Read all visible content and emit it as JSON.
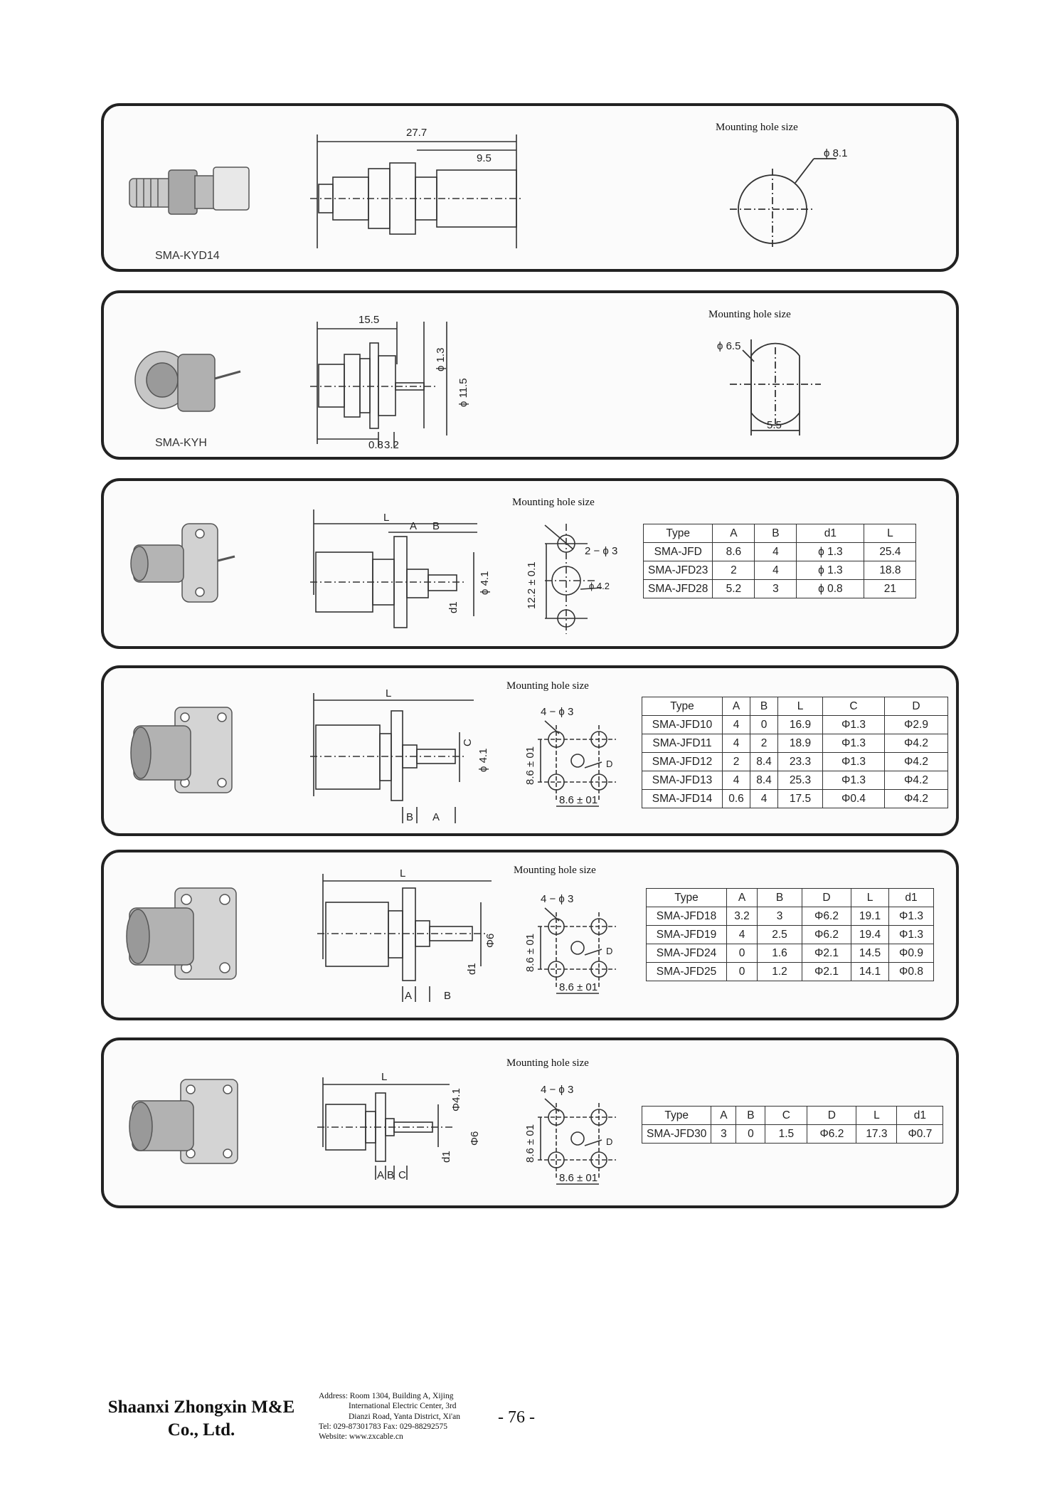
{
  "panels": [
    {
      "caption": "SMA-KYD14",
      "mounting_label": "Mounting hole size",
      "dims": [
        "27.7",
        "9.5"
      ],
      "hole_label": "ϕ 8.1"
    },
    {
      "caption": "SMA-KYH",
      "mounting_label": "Mounting hole size",
      "dims": [
        "15.5",
        "ϕ 1.3",
        "ϕ 11.5",
        "0.8",
        "3.2"
      ],
      "hole_labels": [
        "ϕ 6.5",
        "5.5"
      ]
    },
    {
      "mounting_label": "Mounting hole size",
      "dims": [
        "L",
        "A",
        "B",
        "d1",
        "ϕ 4.1"
      ],
      "hole_labels": [
        "2 − ϕ 3",
        "ϕ 4.2",
        "12.2 ± 0.1"
      ],
      "table": {
        "headers": [
          "Type",
          "A",
          "B",
          "d1",
          "L"
        ],
        "rows": [
          [
            "SMA-JFD",
            "8.6",
            "4",
            "ϕ 1.3",
            "25.4"
          ],
          [
            "SMA-JFD23",
            "2",
            "4",
            "ϕ 1.3",
            "18.8"
          ],
          [
            "SMA-JFD28",
            "5.2",
            "3",
            "ϕ 0.8",
            "21"
          ]
        ]
      }
    },
    {
      "mounting_label": "Mounting hole size",
      "dims": [
        "L",
        "C",
        "ϕ 4.1",
        "B",
        "A"
      ],
      "hole_labels": [
        "4 − ϕ 3",
        "D",
        "8.6 ± 01",
        "8.6 ± 01"
      ],
      "table": {
        "headers": [
          "Type",
          "A",
          "B",
          "L",
          "C",
          "D"
        ],
        "rows": [
          [
            "SMA-JFD10",
            "4",
            "0",
            "16.9",
            "Φ1.3",
            "Φ2.9"
          ],
          [
            "SMA-JFD11",
            "4",
            "2",
            "18.9",
            "Φ1.3",
            "Φ4.2"
          ],
          [
            "SMA-JFD12",
            "2",
            "8.4",
            "23.3",
            "Φ1.3",
            "Φ4.2"
          ],
          [
            "SMA-JFD13",
            "4",
            "8.4",
            "25.3",
            "Φ1.3",
            "Φ4.2"
          ],
          [
            "SMA-JFD14",
            "0.6",
            "4",
            "17.5",
            "Φ0.4",
            "Φ4.2"
          ]
        ]
      }
    },
    {
      "mounting_label": "Mounting hole size",
      "dims": [
        "L",
        "Φ6",
        "d1",
        "A",
        "B"
      ],
      "hole_labels": [
        "4 − ϕ 3",
        "D",
        "8.6 ± 01",
        "8.6 ± 01"
      ],
      "table": {
        "headers": [
          "Type",
          "A",
          "B",
          "D",
          "L",
          "d1"
        ],
        "rows": [
          [
            "SMA-JFD18",
            "3.2",
            "3",
            "Φ6.2",
            "19.1",
            "Φ1.3"
          ],
          [
            "SMA-JFD19",
            "4",
            "2.5",
            "Φ6.2",
            "19.4",
            "Φ1.3"
          ],
          [
            "SMA-JFD24",
            "0",
            "1.6",
            "Φ2.1",
            "14.5",
            "Φ0.9"
          ],
          [
            "SMA-JFD25",
            "0",
            "1.2",
            "Φ2.1",
            "14.1",
            "Φ0.8"
          ]
        ]
      }
    },
    {
      "mounting_label": "Mounting hole size",
      "dims": [
        "L",
        "Φ4.1",
        "Φ6",
        "d1",
        "A",
        "B",
        "C"
      ],
      "hole_labels": [
        "4 − ϕ 3",
        "D",
        "8.6 ± 01",
        "8.6 ± 01"
      ],
      "table": {
        "headers": [
          "Type",
          "A",
          "B",
          "C",
          "D",
          "L",
          "d1"
        ],
        "rows": [
          [
            "SMA-JFD30",
            "3",
            "0",
            "1.5",
            "Φ6.2",
            "17.3",
            "Φ0.7"
          ]
        ]
      }
    }
  ],
  "footer": {
    "company_line1": "Shaanxi Zhongxin M&E",
    "company_line2": "Co., Ltd.",
    "address_line1": "Address: Room 1304, Building A, Xijing",
    "address_line2": "International Electric Center, 3rd",
    "address_line3": "Dianzi Road, Yanta District, Xi'an",
    "tel_fax": "Tel: 029-87301783    Fax: 029-88292575",
    "website": "Website: www.zxcable.cn",
    "page_number": "- 76 -"
  }
}
